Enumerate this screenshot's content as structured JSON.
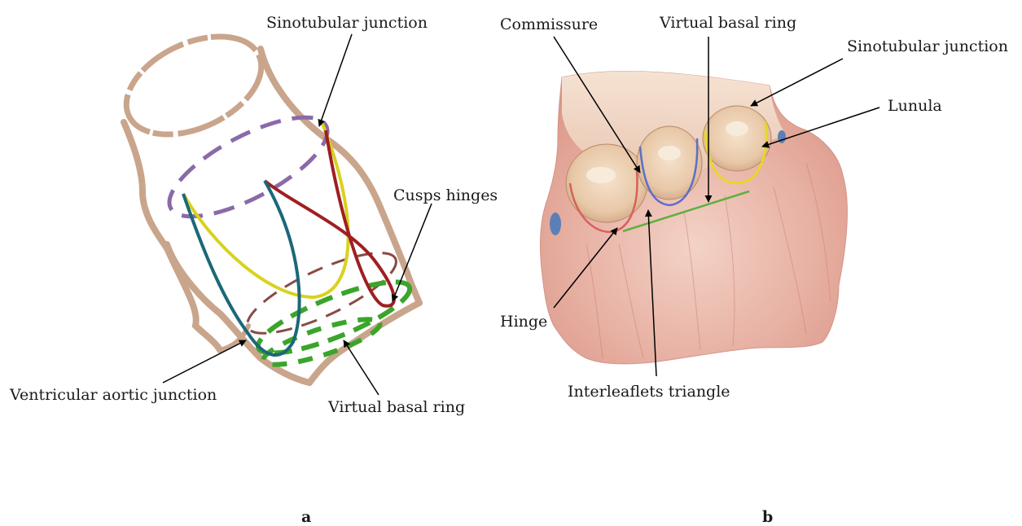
{
  "panel_a": {
    "panel_label": "a",
    "labels": {
      "sinotubular_junction": "Sinotubular junction",
      "cusps_hinges": "Cusps hinges",
      "ventricular_aortic_junction": "Ventricular aortic junction",
      "virtual_basal_ring": "Virtual basal ring"
    }
  },
  "panel_b": {
    "panel_label": "b",
    "labels": {
      "commissure": "Commissure",
      "virtual_basal_ring": "Virtual basal ring",
      "sinotubular_junction": "Sinotubular junction",
      "lunula": "Lunula",
      "hinge": "Hinge",
      "interleaflets_triangle": "Interleaflets triangle"
    }
  },
  "colors": {
    "wall": "#c9a58c",
    "sinotubular_ring": "#8a6aa8",
    "yellow_curve": "#d8d21e",
    "red_curve": "#9e1f22",
    "teal_curve": "#1b6878",
    "basal_ring": "#3aa52a",
    "va_ring": "#8a4a45",
    "tissue": "#e8b9aa"
  }
}
